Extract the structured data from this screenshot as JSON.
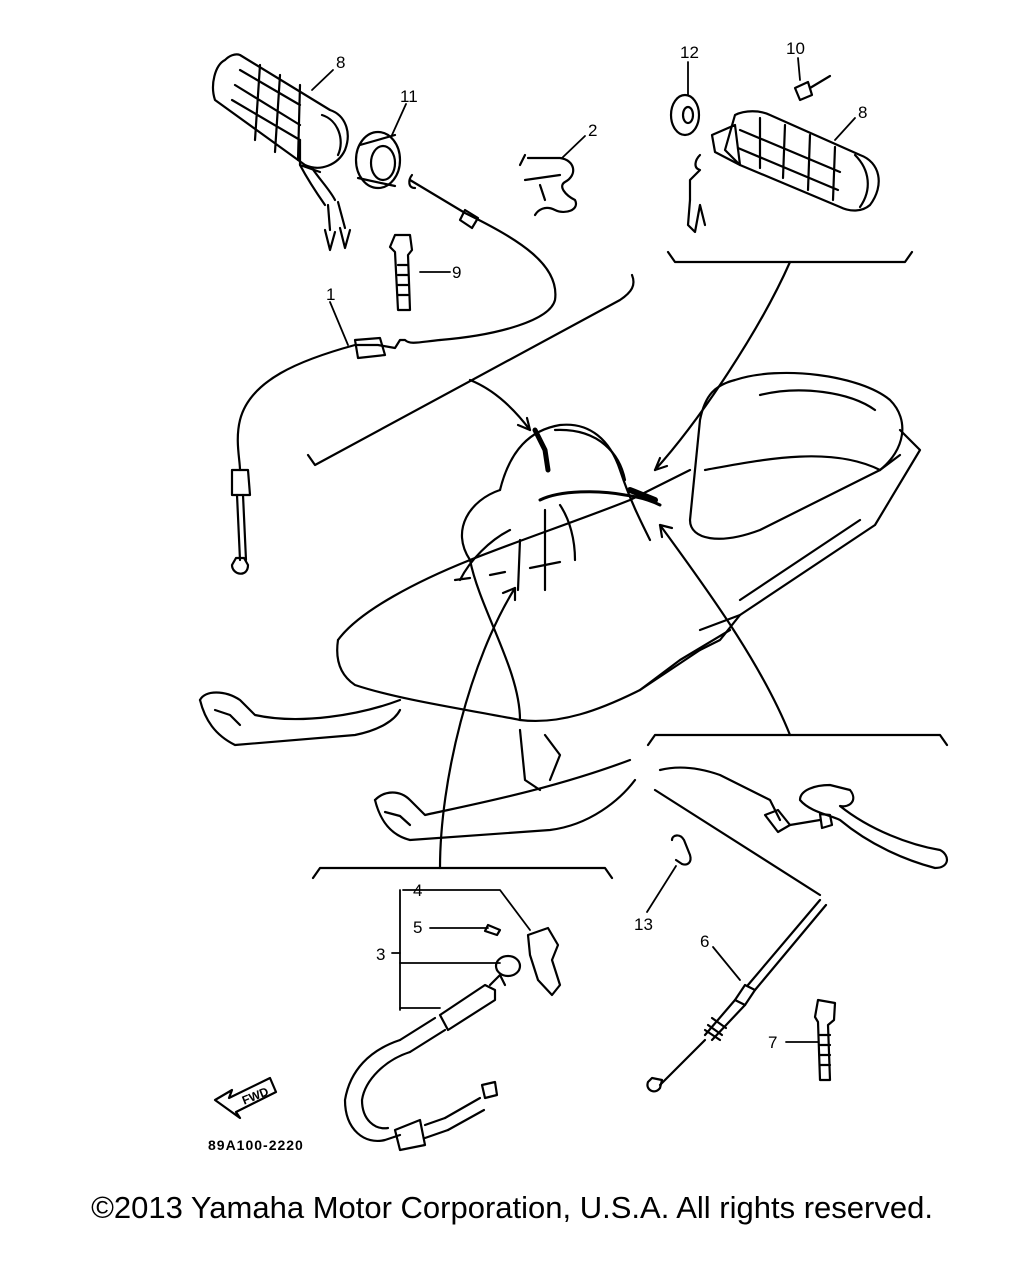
{
  "callouts": {
    "n1": "1",
    "n2": "2",
    "n3": "3",
    "n4": "4",
    "n5": "5",
    "n6": "6",
    "n7": "7",
    "n8_left": "8",
    "n8_right": "8",
    "n9": "9",
    "n10": "10",
    "n11": "11",
    "n12": "12",
    "n13": "13"
  },
  "direction_arrow_label": "FWD",
  "diagram_code": "89A100-2220",
  "copyright": "©2013 Yamaha Motor Corporation, U.S.A. All rights reserved."
}
